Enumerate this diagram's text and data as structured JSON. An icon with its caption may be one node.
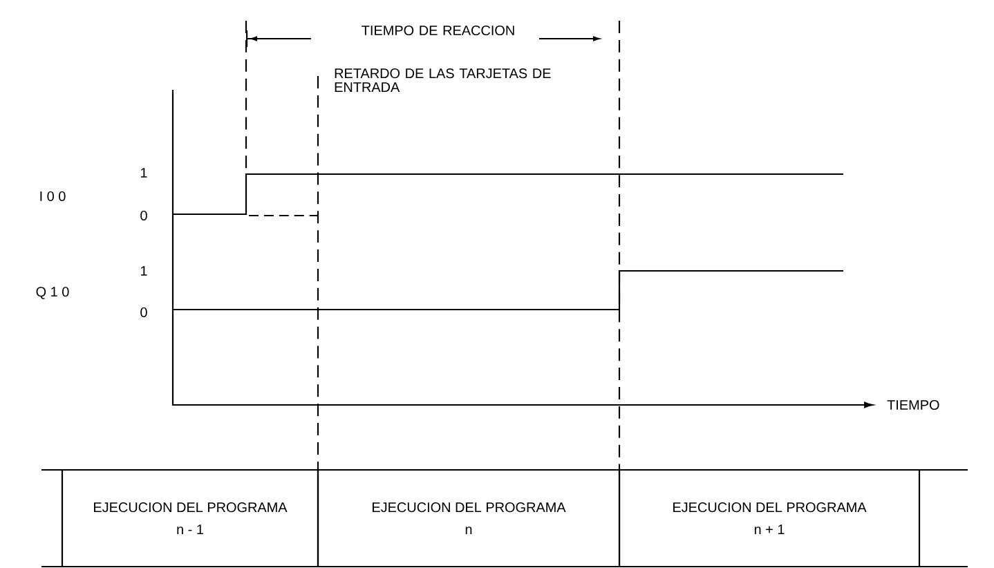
{
  "diagram": {
    "nodes": [
      {
        "text": [
          "EJECUCION DEL PROGRAMA",
          "n - 1"
        ]
      },
      {
        "text": [
          "EJECUCION DEL PROGRAMA",
          "n"
        ]
      },
      {
        "text": [
          "EJECUCION DEL PROGRAMA",
          "n + 1"
        ]
      }
    ],
    "edges": [],
    "labels": [
      "TIEMPO DE REACCION",
      "RETARDO DE LAS TARJETAS DE ENTRADA",
      "1",
      "I 0 0",
      "0",
      "1",
      "Q 1 0",
      "0",
      "TIEMPO"
    ]
  }
}
